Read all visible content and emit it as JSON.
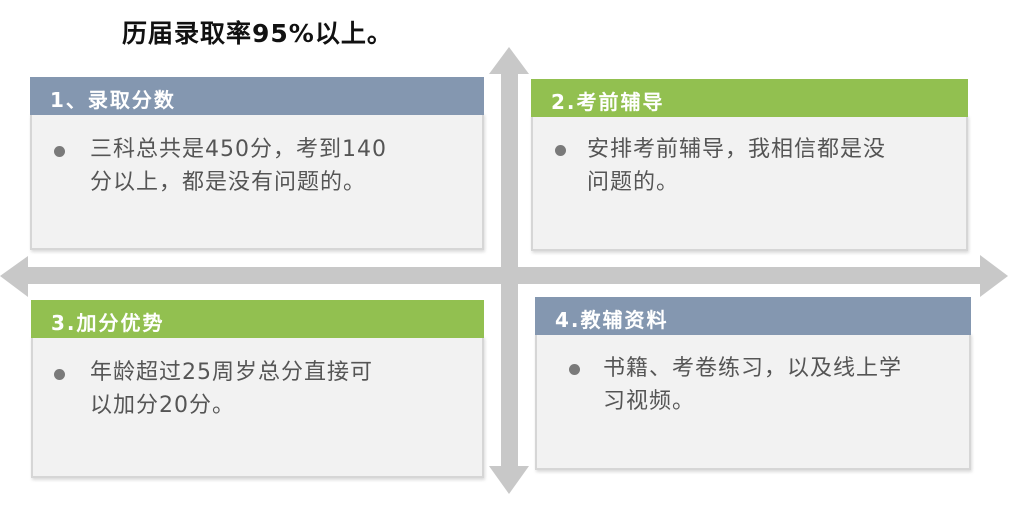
{
  "title": "历届录取率95%以上。",
  "colors": {
    "blue_header": "#8497b0",
    "green_header": "#92c050",
    "arrow": "#c8c8c8",
    "panel": "#f2f2f2"
  },
  "quadrants": [
    {
      "heading": "1、录取分数",
      "header_color": "blue",
      "bullet_line1": "三科总共是450分，考到140",
      "bullet_line2": "分以上，都是没有问题的。"
    },
    {
      "heading": "2.考前辅导",
      "header_color": "green",
      "bullet_line1": "安排考前辅导，我相信都是没",
      "bullet_line2": "问题的。"
    },
    {
      "heading": "3.加分优势",
      "header_color": "green",
      "bullet_line1": "年龄超过25周岁总分直接可",
      "bullet_line2": "以加分20分。"
    },
    {
      "heading": "4.教辅资料",
      "header_color": "blue",
      "bullet_line1": "书籍、考卷练习，以及线上学",
      "bullet_line2": "习视频。"
    }
  ]
}
